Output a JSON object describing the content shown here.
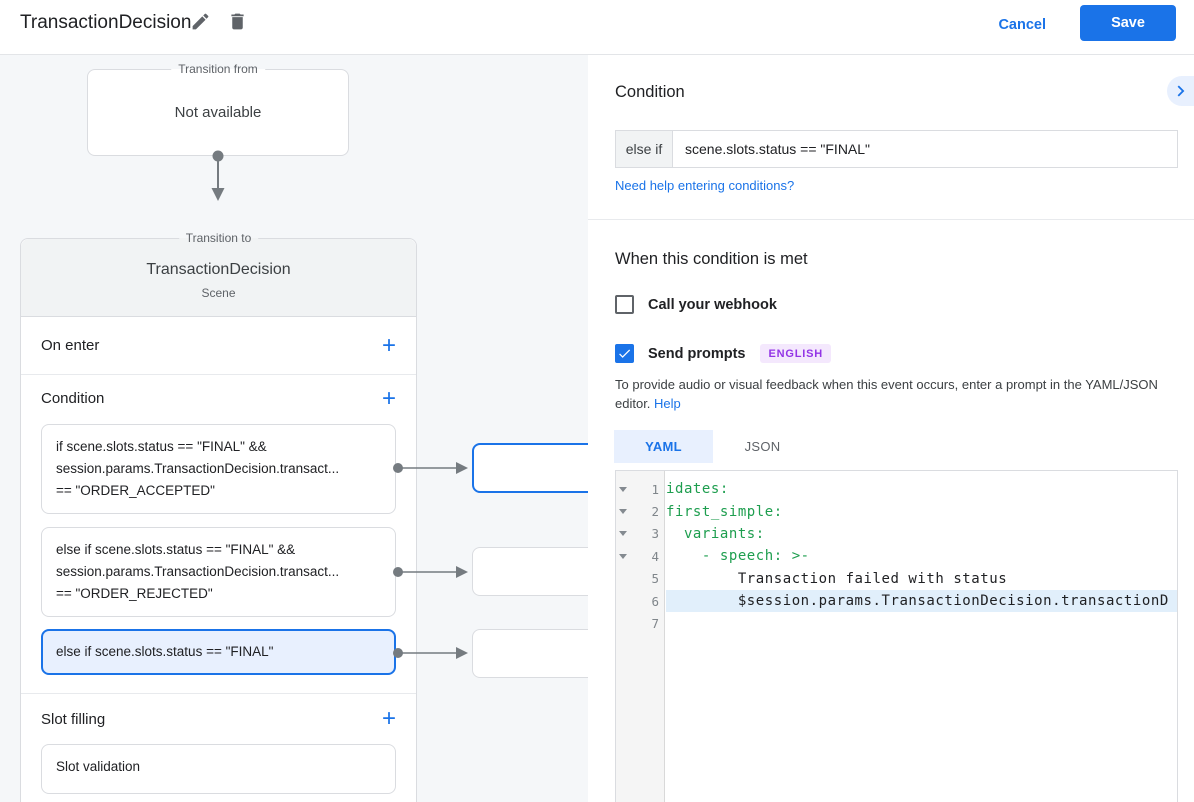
{
  "header": {
    "title": "TransactionDecision",
    "cancel_label": "Cancel",
    "save_label": "Save"
  },
  "flow": {
    "transition_from": {
      "legend": "Transition from",
      "value": "Not available"
    },
    "transition_to": {
      "legend": "Transition to",
      "title": "TransactionDecision",
      "subtitle": "Scene"
    },
    "on_enter": {
      "label": "On enter",
      "add_label": "+"
    },
    "condition_section": {
      "label": "Condition",
      "add_label": "+",
      "cards": [
        {
          "selected": false,
          "lines": [
            "if scene.slots.status == \"FINAL\" &&",
            "session.params.TransactionDecision.transact...",
            "== \"ORDER_ACCEPTED\""
          ]
        },
        {
          "selected": false,
          "lines": [
            "else if scene.slots.status == \"FINAL\" &&",
            "session.params.TransactionDecision.transact...",
            "== \"ORDER_REJECTED\""
          ]
        },
        {
          "selected": true,
          "lines": [
            "else if scene.slots.status == \"FINAL\""
          ]
        }
      ]
    },
    "slot_section": {
      "label": "Slot filling",
      "add_label": "+",
      "cards": [
        "Slot validation"
      ]
    }
  },
  "panel": {
    "title": "Condition",
    "condition_input": {
      "prefix": "else if",
      "value": "scene.slots.status == \"FINAL\""
    },
    "help_link": "Need help entering conditions?",
    "when_met": {
      "title": "When this condition is met",
      "webhook": {
        "label": "Call your webhook",
        "checked": false
      },
      "send_prompts": {
        "label": "Send prompts",
        "checked": true,
        "badge": "ENGLISH"
      },
      "hint_text": "To provide audio or visual feedback when this event occurs, enter a prompt in the YAML/JSON editor.",
      "hint_link": "Help"
    },
    "tabs": [
      {
        "label": "YAML",
        "active": true
      },
      {
        "label": "JSON",
        "active": false
      }
    ],
    "editor": {
      "lines": [
        {
          "num": "1",
          "text": "idates:",
          "tone": "green",
          "fold": true,
          "highlight": false
        },
        {
          "num": "2",
          "text": "first_simple:",
          "tone": "green",
          "fold": true,
          "highlight": false
        },
        {
          "num": "3",
          "text": "  variants:",
          "tone": "green",
          "fold": true,
          "highlight": false
        },
        {
          "num": "4",
          "text": "    - speech: >-",
          "tone": "green",
          "fold": true,
          "highlight": false
        },
        {
          "num": "5",
          "text": "        Transaction failed with status",
          "tone": "plain",
          "fold": false,
          "highlight": false
        },
        {
          "num": "6",
          "text": "        $session.params.TransactionDecision.transactionD",
          "tone": "plain",
          "fold": false,
          "highlight": true
        },
        {
          "num": "7",
          "text": "",
          "tone": "plain",
          "fold": false,
          "highlight": false
        }
      ]
    }
  },
  "colors": {
    "accent_blue": "#1a73e8",
    "selected_bg": "#e8f0fe",
    "code_green": "#1e9e4f",
    "badge_bg": "#f4e8fd",
    "badge_text": "#9334e6"
  }
}
